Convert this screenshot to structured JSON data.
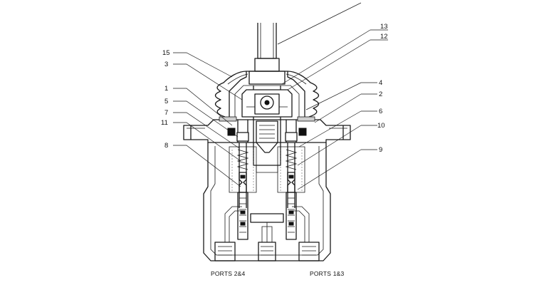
{
  "callouts": [
    "13",
    "12",
    "15",
    "3",
    "1",
    "5",
    "7",
    "11",
    "8",
    "4",
    "2",
    "6",
    "10",
    "9"
  ],
  "ports": {
    "left": "PORTS 2&4",
    "right": "PORTS 1&3"
  }
}
